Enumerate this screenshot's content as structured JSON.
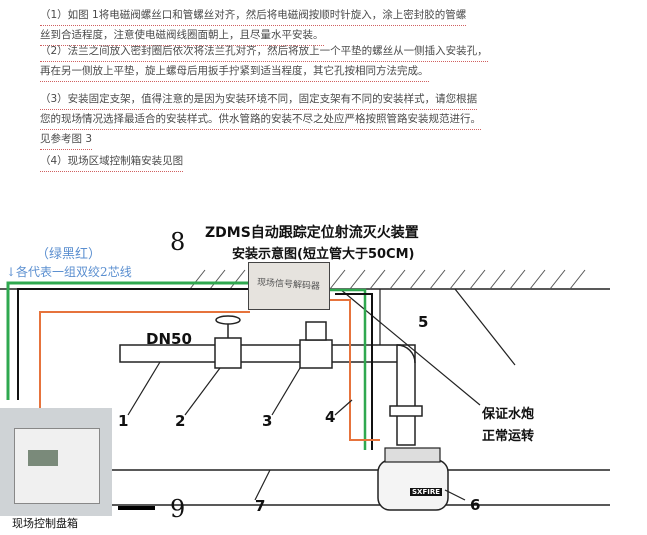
{
  "instructions": {
    "p1": {
      "line1": "（1）如图 1将电磁阀螺丝口和管螺丝对齐，然后将电磁阀按顺时针旋入，涂上密封胶的管螺",
      "line2": "丝到合适程度，注意使电磁阀线圈面朝上，且尽量水平安装。"
    },
    "p2": {
      "line1": "（2）法兰之间放入密封圈后依次将法兰孔对齐，然后将放上一个平垫的螺丝从一侧插入安装孔，",
      "line2": "再在另一侧放上平垫，旋上螺母后用扳手拧紧到适当程度，其它孔按相同方法完成。"
    },
    "p3": {
      "line1": "（3）安装固定支架，值得注意的是因为安装环境不同，固定支架有不同的安装样式，请您根据",
      "line2": "您的现场情况选择最适合的安装样式。供水管路的安装不尽之处应严格按照管路安装规范进行。",
      "line3": "见参考图 3"
    },
    "p4": {
      "line1": "（4）现场区域控制箱安装见图"
    }
  },
  "diagram": {
    "title_line1": "ZDMS自动跟踪定位射流灭火装置",
    "title_line2": "安装示意图(短立管大于50CM)",
    "note_color": "（绿黑红）",
    "note_wire": "↓各代表一组双绞2芯线",
    "pipe_label": "DN50",
    "cannon_line1": "保证水炮",
    "cannon_line2": "正常运转",
    "panel_caption": "现场控制盘箱",
    "sensor_text": "现场信号解码器",
    "cannon_brand": "SXFIRE",
    "numbers": {
      "n1": "1",
      "n2": "2",
      "n3": "3",
      "n4": "4",
      "n5": "5",
      "n6": "6",
      "n7": "7",
      "n8": "8",
      "n9": "9"
    },
    "colors": {
      "green_wire": "#2fa84f",
      "orange_wire": "#e6733c",
      "black_wire": "#111111",
      "note_text": "#5b8fd0"
    }
  }
}
